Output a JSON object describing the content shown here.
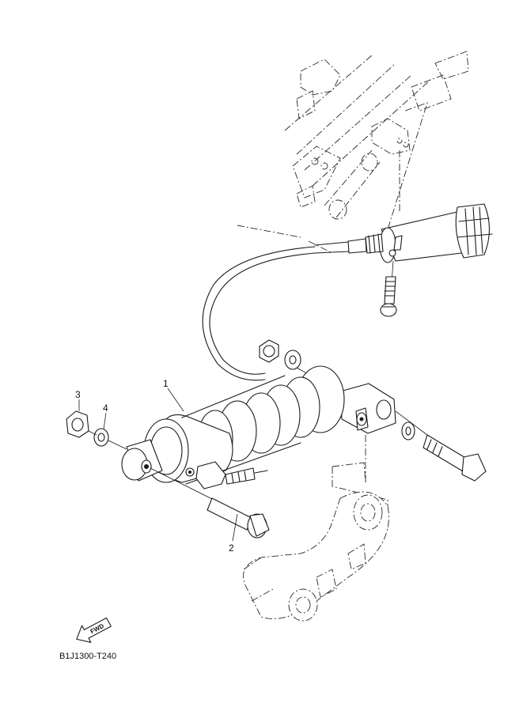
{
  "diagram": {
    "drawing_code": "B1J1300-T240",
    "direction_badge": "FWD",
    "callouts": [
      {
        "id": "callout-1",
        "label": "1"
      },
      {
        "id": "callout-2",
        "label": "2"
      },
      {
        "id": "callout-3",
        "label": "3"
      },
      {
        "id": "callout-4",
        "label": "4"
      }
    ]
  }
}
